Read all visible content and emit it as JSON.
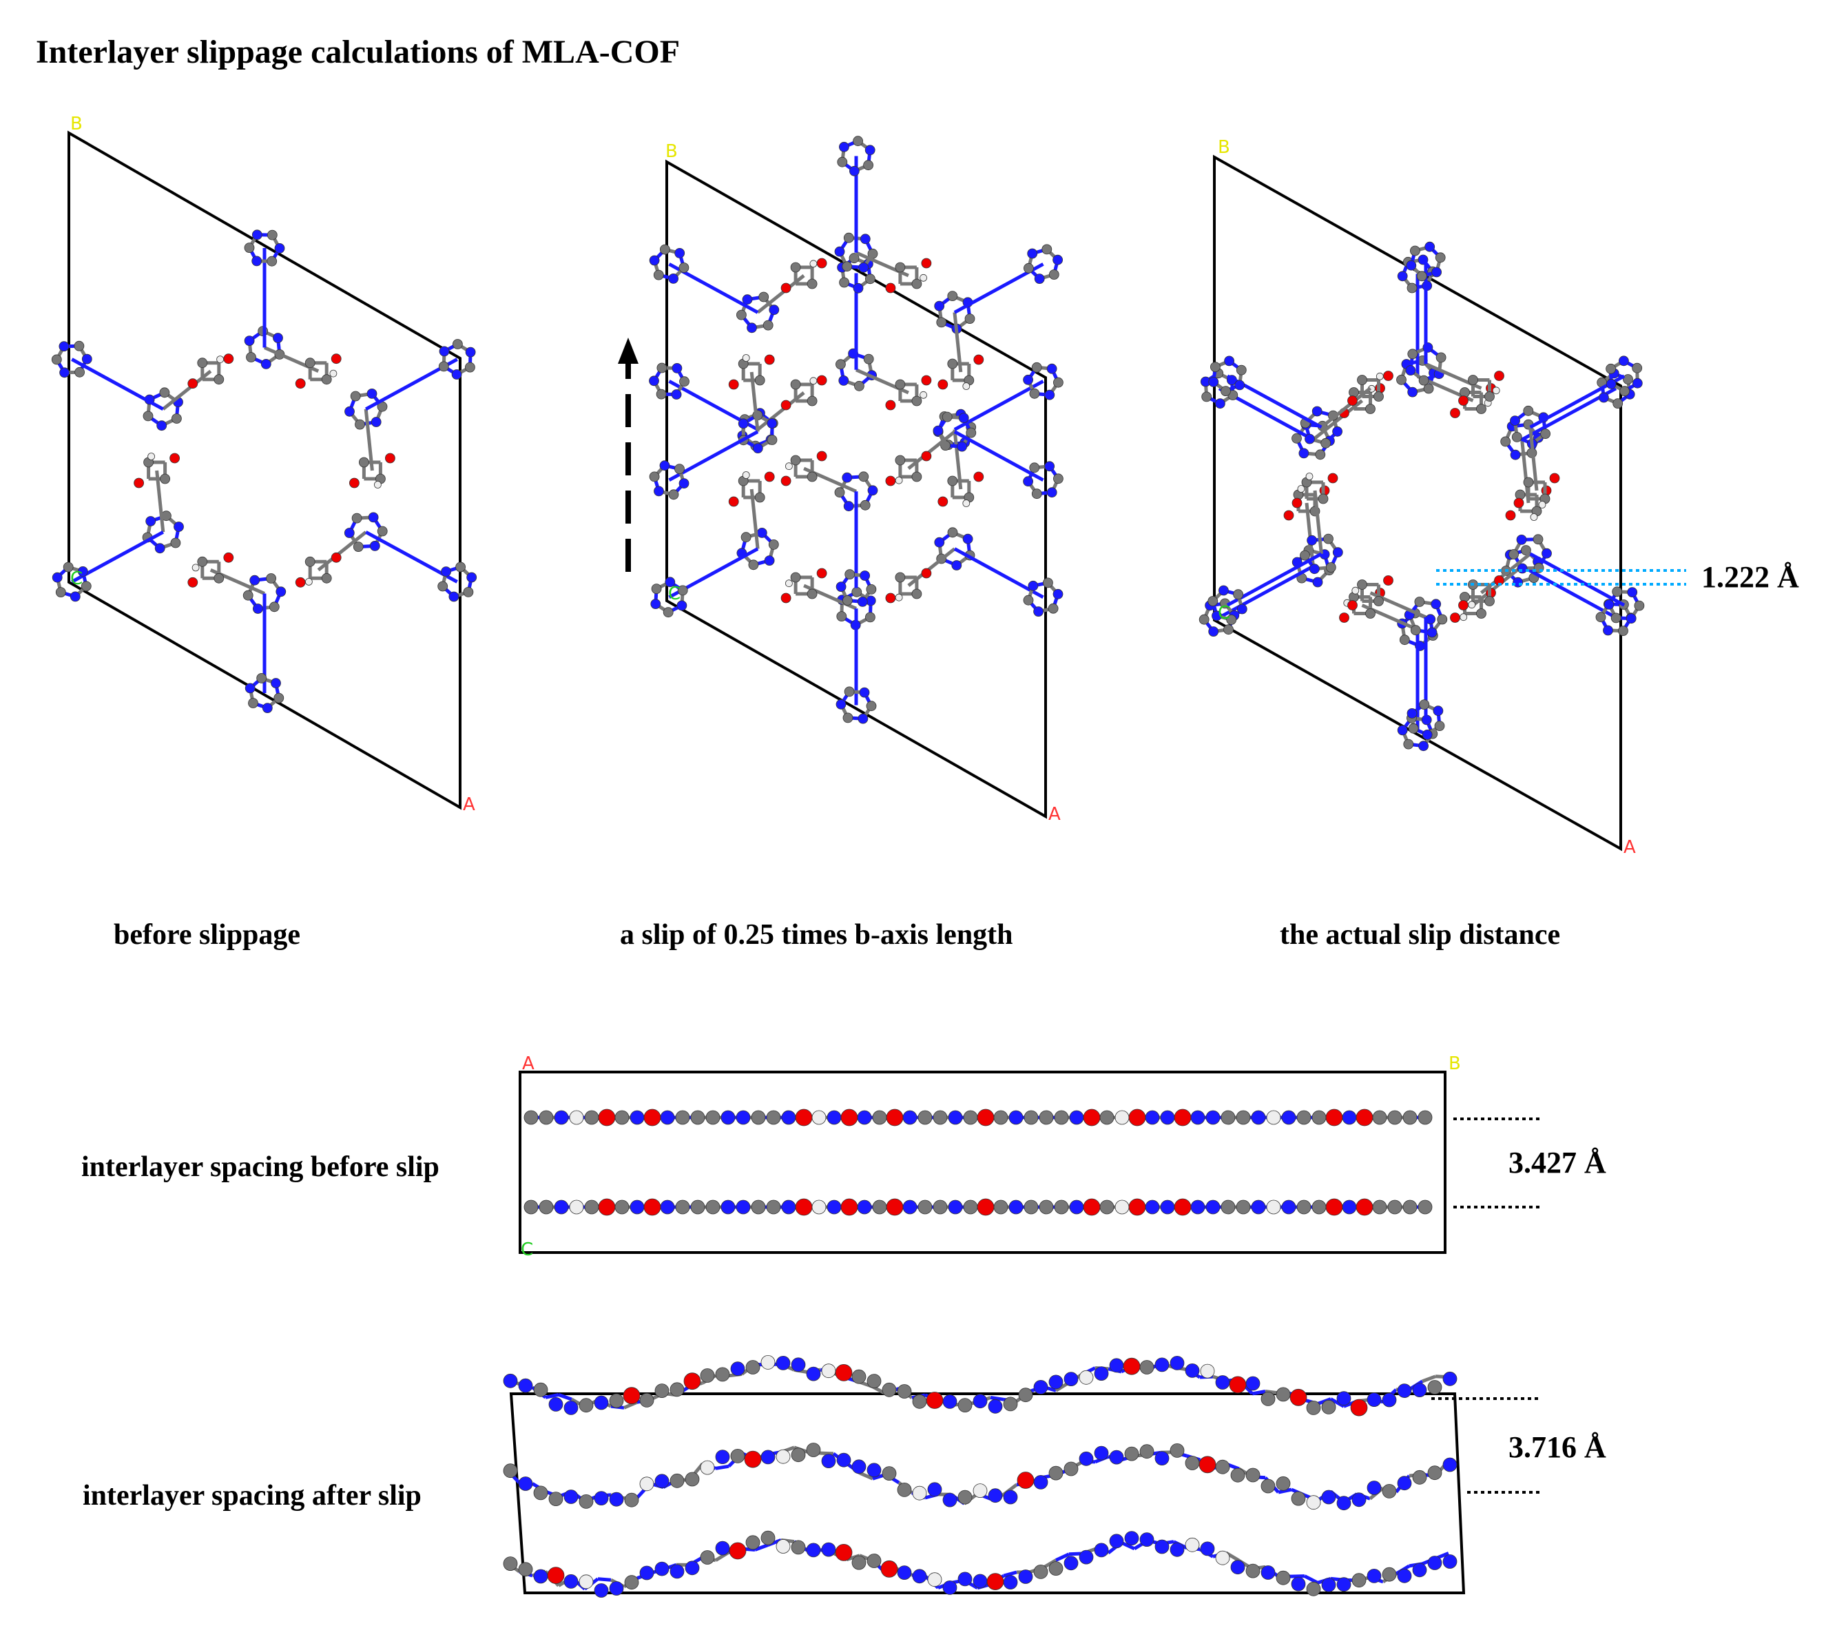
{
  "title": "Interlayer slippage calculations of MLA-COF",
  "panels": [
    {
      "id": "before",
      "caption": "before slippage"
    },
    {
      "id": "slip",
      "caption": "a slip of 0.25 times b-axis length"
    },
    {
      "id": "actual",
      "caption": "the actual slip distance",
      "measurement": "1.222 Å"
    }
  ],
  "side_views": [
    {
      "id": "spacing-before",
      "caption": "interlayer spacing before slip",
      "measurement": "3.427 Å"
    },
    {
      "id": "spacing-after",
      "caption": "interlayer spacing after slip",
      "measurement": "3.716 Å"
    }
  ],
  "axis_labels": {
    "a": "A",
    "b": "B",
    "c": "C"
  },
  "colors": {
    "axis_a": "#ff3333",
    "axis_b": "#e6e600",
    "axis_c": "#22cc22",
    "nitrogen": "#1a1aff",
    "carbon": "#777777",
    "oxygen": "#ee0000",
    "hydrogen": "#eeeeee",
    "dotted_guide": "#00aaff"
  }
}
